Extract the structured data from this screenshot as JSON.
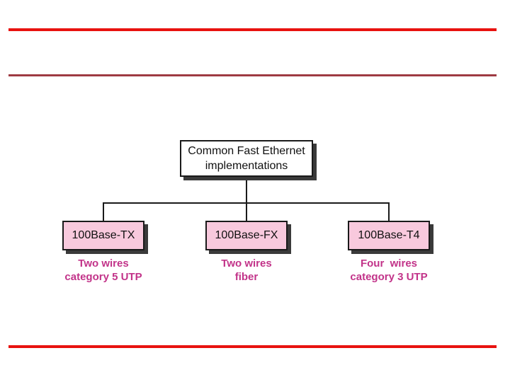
{
  "slide": {
    "background": "#ffffff",
    "rules": {
      "top_primary_color": "#e8120f",
      "top_secondary_color": "#9e3a42",
      "bottom_color": "#e8120f"
    }
  },
  "diagram": {
    "type": "tree",
    "colors": {
      "root_fill": "#ffffff",
      "child_fill": "#f8c9dd",
      "border": "#1a1a1a",
      "shadow": "#3a3a3a",
      "caption_text": "#c23389",
      "node_text": "#111111",
      "connector": "#1a1a1a"
    },
    "root": {
      "line1": "Common Fast Ethernet",
      "line2": "implementations"
    },
    "children": [
      {
        "label": "100Base-TX",
        "caption": [
          "Two wires",
          "category 5 UTP"
        ]
      },
      {
        "label": "100Base-FX",
        "caption": [
          "Two wires",
          "fiber"
        ]
      },
      {
        "label": "100Base-T4",
        "caption": [
          "Four  wires",
          "category 3 UTP"
        ]
      }
    ]
  }
}
